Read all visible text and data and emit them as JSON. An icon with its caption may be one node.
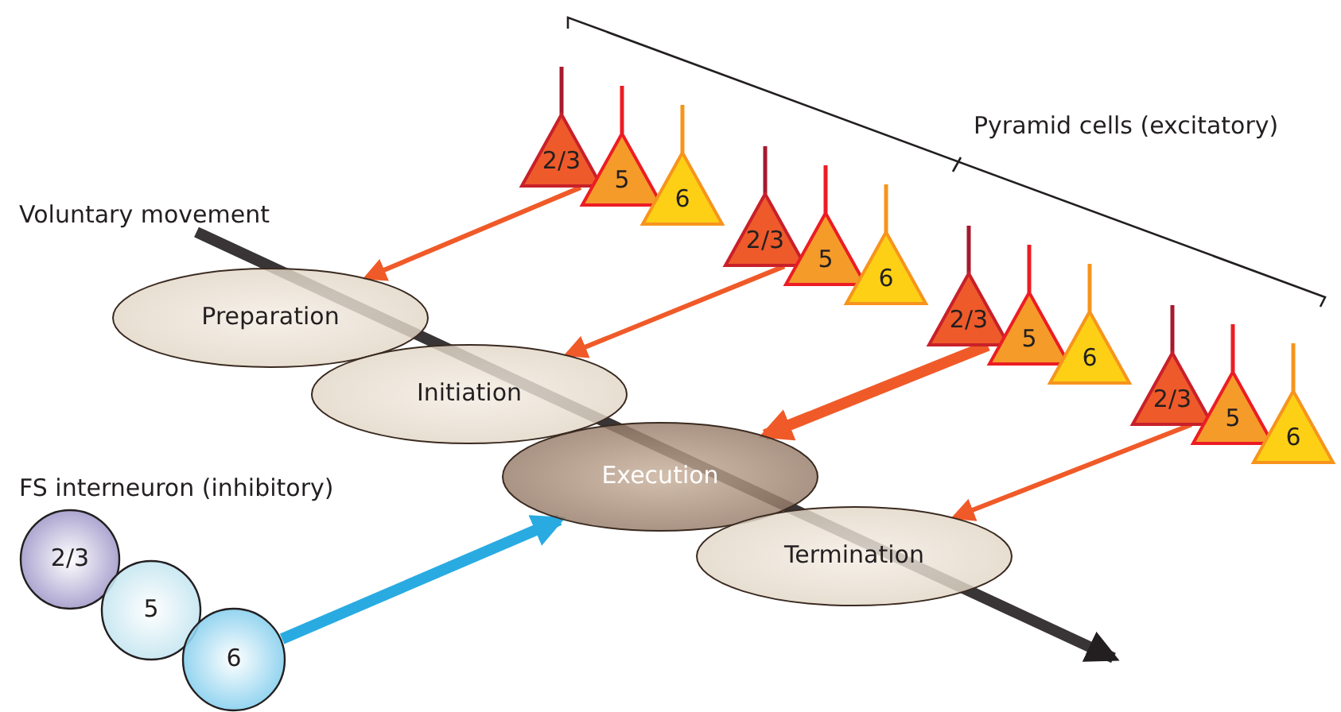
{
  "diagram": {
    "nodes": [
      {
        "text": [
          "Preparation"
        ]
      },
      {
        "text": [
          "Initiation"
        ]
      },
      {
        "text": [
          "Execution"
        ]
      },
      {
        "text": [
          "Termination"
        ]
      },
      {
        "text": [
          "2/3"
        ]
      },
      {
        "text": [
          "5"
        ]
      },
      {
        "text": [
          "6"
        ]
      },
      {
        "text": [
          "2/3"
        ]
      },
      {
        "text": [
          "5"
        ]
      },
      {
        "text": [
          "6"
        ]
      },
      {
        "text": [
          "2/3"
        ]
      },
      {
        "text": [
          "5"
        ]
      },
      {
        "text": [
          "6"
        ]
      },
      {
        "text": [
          "2/3"
        ]
      },
      {
        "text": [
          "5"
        ]
      },
      {
        "text": [
          "6"
        ]
      },
      {
        "text": [
          "2/3"
        ]
      },
      {
        "text": [
          "5"
        ]
      },
      {
        "text": [
          "6"
        ]
      },
      {
        "text": [
          "Voluntary movement"
        ]
      }
    ],
    "edges": [
      {
        "from": 19,
        "to": null,
        "arrow": "to",
        "style": "thick",
        "color": "#231f20"
      },
      {
        "from": 5,
        "to": 0,
        "arrow": "to"
      },
      {
        "from": 8,
        "to": 1,
        "arrow": "to"
      },
      {
        "from": 11,
        "to": 2,
        "arrow": "to",
        "style": "thick"
      },
      {
        "from": 14,
        "to": 3,
        "arrow": "to"
      },
      {
        "from": 18,
        "to": 2,
        "arrow": "to",
        "style": "thick",
        "color": "#29abe2"
      }
    ],
    "labels": [
      "Pyramid cells (excitatory)",
      "FS interneuron (inhibitory)"
    ]
  }
}
